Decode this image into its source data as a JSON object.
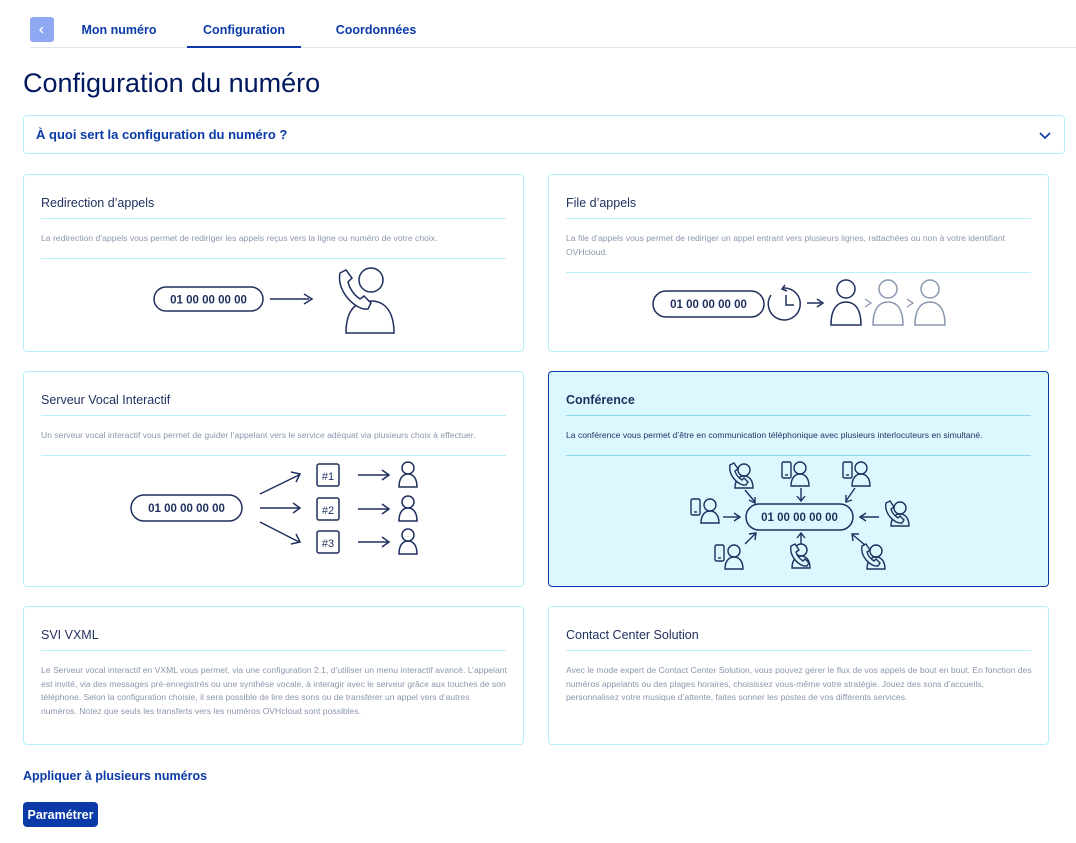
{
  "tabs": [
    {
      "label": "Mon numéro",
      "active": false
    },
    {
      "label": "Configuration",
      "active": true
    },
    {
      "label": "Coordonnées",
      "active": false
    }
  ],
  "page_title": "Configuration du numéro",
  "faq": {
    "label": "À quoi sert la configuration du numéro ?",
    "icon": "chevron-down-icon"
  },
  "cards": {
    "redirection": {
      "title": "Redirection d’appels",
      "description": "La redirection d’appels vous permet de rediriger les appels reçus vers la ligne ou numéro de votre choix.",
      "number": "01 00 00 00 00"
    },
    "file": {
      "title": "File d’appels",
      "description": "La file d’appels vous permet de rediriger un appel entrant vers plusieurs lignes, rattachées ou non à votre identifiant OVHcloud.",
      "number": "01 00 00 00 00"
    },
    "svi": {
      "title": "Serveur Vocal Interactif",
      "description": "Un serveur vocal interactif vous permet de guider l’appelant vers le service adéquat via plusieurs choix à effectuer.",
      "number": "01 00 00 00 00",
      "choices": [
        "#1",
        "#2",
        "#3"
      ]
    },
    "conference": {
      "title": "Conférence",
      "description": "La conférence vous permet d’être en communication téléphonique avec plusieurs interlocuteurs en simultané.",
      "number": "01 00 00 00 00",
      "selected": true
    },
    "vxml": {
      "title": "SVI VXML",
      "description": "Le Serveur vocal interactif en VXML vous permet, via une configuration 2.1, d’utiliser un menu interactif avancé. L’appelant est invité, via des messages pré-enregistrés ou une synthèse vocale, à interagir avec le serveur grâce aux touches de son téléphone. Selon la configuration choisie, il sera possible de lire des sons ou de transférer un appel vers d’autres numéros. Notez que seuls les transferts vers les numéros OVHcloud sont possibles."
    },
    "contact": {
      "title": "Contact Center Solution",
      "description": "Avec le mode expert de Contact Center Solution, vous pouvez gérer le flux de vos appels de bout en bout. En fonction des numéros appelants ou des plages horaires, choisissez vous-même votre stratégie. Jouez des sons d’accueils, personnalisez votre musique d’attente, faites sonner les postes de vos différents services."
    }
  },
  "apply_link": "Appliquer à plusieurs numéros",
  "param_button": "Paramétrer",
  "colors": {
    "primary": "#0a3aa8",
    "card_border": "#b7eff8",
    "selected_bg": "#dcf8ff",
    "title": "#00185e"
  }
}
